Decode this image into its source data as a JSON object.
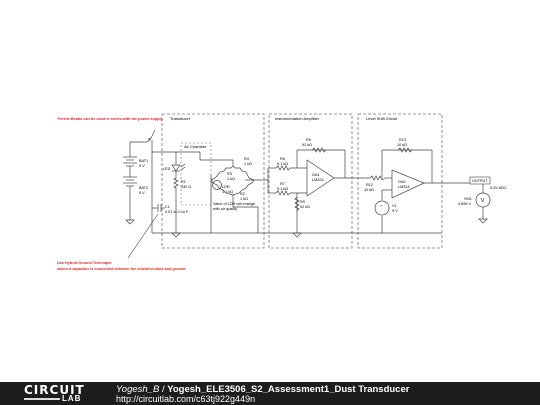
{
  "notes": {
    "ferrite": "Ferrite Beads can be used in series with the power supply",
    "hybrid_line1": "Use Hybrid Ground Technique",
    "hybrid_line2": "where a capacitor is connected between the shielded cable and ground."
  },
  "sections": {
    "transducer": "Transducer",
    "amplifier": "Instrumentation Amplifier",
    "level_shift": "Level Shift Circuit"
  },
  "air_chamber": "Air Chamber",
  "components": {
    "bat1": {
      "name": "BAT1",
      "value": "9 V"
    },
    "bat2": {
      "name": "BAT2",
      "value": "9 V"
    },
    "c1": {
      "name": "C1",
      "value": "0.01 to 0.1u F"
    },
    "led": "LED",
    "r1": {
      "name": "R1",
      "value": "330 Ω"
    },
    "r2": {
      "name": "R2",
      "value": "1 kΩ"
    },
    "r3": {
      "name": "R3",
      "value": "1 kΩ"
    },
    "r4": {
      "name": "R4",
      "value": "1 kΩ"
    },
    "ldr": {
      "name": "LDR",
      "value": "1.1 kΩ"
    },
    "ldr_note1": "Value of LDR will change",
    "ldr_note2": "with air quality",
    "r5": {
      "name": "R5",
      "value": "92 kΩ"
    },
    "r6": {
      "name": "R6",
      "value": "5.1 kΩ"
    },
    "r7": {
      "name": "R7",
      "value": "5.1 kΩ"
    },
    "r9": {
      "name": "R9",
      "value": "92 kΩ"
    },
    "oa1": {
      "name": "OA1",
      "model": "LM324"
    },
    "r13": {
      "name": "R13",
      "value": "10 kΩ"
    },
    "r12": {
      "name": "R12",
      "value": "10 kΩ"
    },
    "oa2": {
      "name": "OA2",
      "model": "LM324"
    },
    "v1": {
      "name": "V1",
      "value": "9 V"
    },
    "output": "OUTPUT",
    "adc": "0-5V ADC",
    "vm1": {
      "name": "VM1",
      "value": "4.696 V"
    }
  },
  "footer": {
    "logo_top": "CIRCUIT",
    "logo_bottom": "LAB",
    "user": "Yogesh_B",
    "separator": "/",
    "project": "Yogesh_ELE3506_S2_Assessment1_Dust Transducer",
    "url": "http://circuitlab.com/c63tj922g449n"
  },
  "colors": {
    "note_text": "#e8251f",
    "wire": "#444444",
    "section_border": "#777777",
    "footer_bg": "#1d1d1d"
  }
}
